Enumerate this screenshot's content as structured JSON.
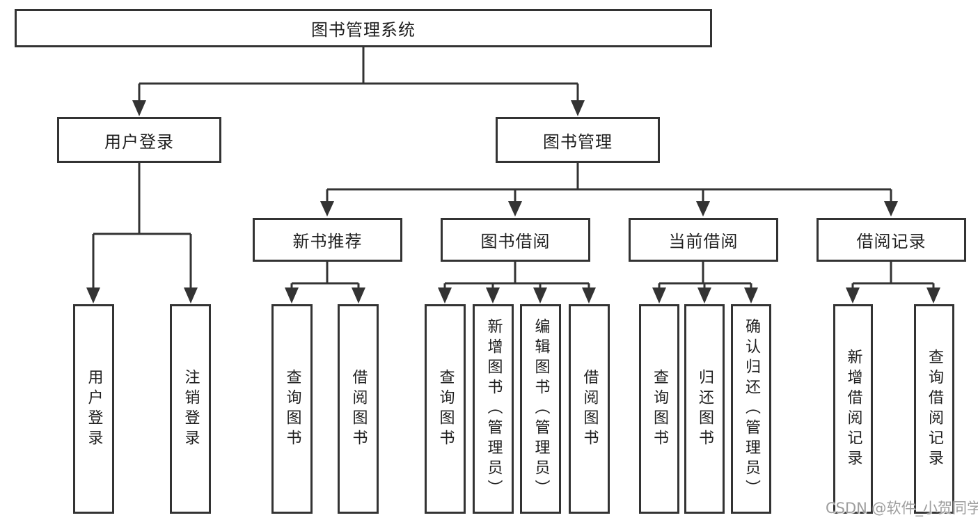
{
  "colors": {
    "line": "#333333",
    "box_border": "#333333",
    "text": "#1f1f1f",
    "watermark": "#9e9e9e",
    "background": "#ffffff"
  },
  "watermark": {
    "text": "CSDN @软件_小贺同学"
  },
  "tree": {
    "root": {
      "label": "图书管理系统"
    },
    "children": [
      {
        "label": "用户登录",
        "children": [
          "用户登录",
          "注销登录"
        ]
      },
      {
        "label": "图书管理",
        "children": [
          {
            "label": "新书推荐",
            "children": [
              "查询图书",
              "借阅图书"
            ]
          },
          {
            "label": "图书借阅",
            "children": [
              "查询图书",
              "新增图书（管理员）",
              "编辑图书（管理员）",
              "借阅图书"
            ]
          },
          {
            "label": "当前借阅",
            "children": [
              "查询图书",
              "归还图书",
              "确认归还（管理员）"
            ]
          },
          {
            "label": "借阅记录",
            "children": [
              "新增借阅记录",
              "查询借阅记录"
            ]
          }
        ]
      }
    ]
  }
}
